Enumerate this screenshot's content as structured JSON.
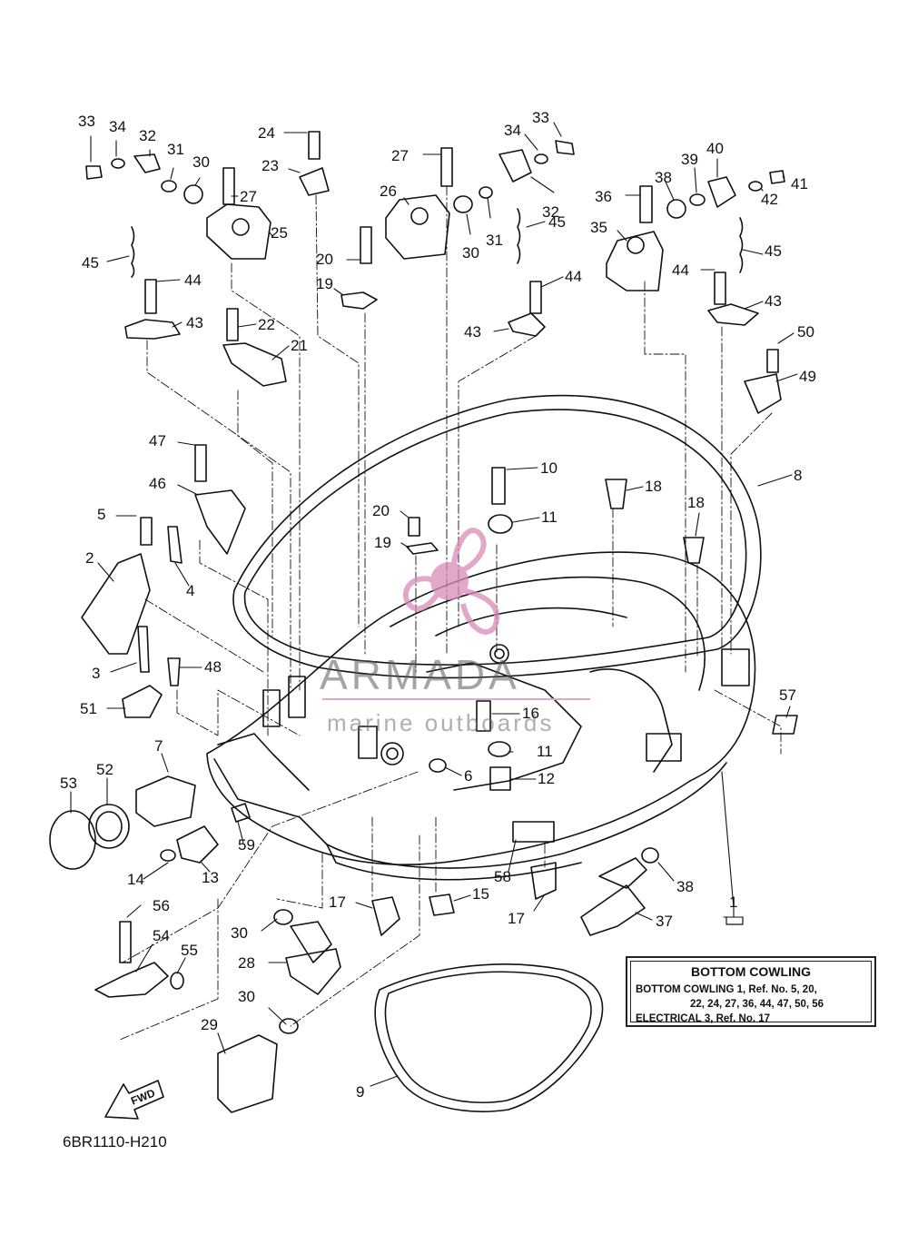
{
  "callouts": [
    {
      "id": "33a",
      "text": "33"
    },
    {
      "id": "34a",
      "text": "34"
    },
    {
      "id": "32a",
      "text": "32"
    },
    {
      "id": "31a",
      "text": "31"
    },
    {
      "id": "30a",
      "text": "30"
    },
    {
      "id": "27a",
      "text": "27"
    },
    {
      "id": "25",
      "text": "25"
    },
    {
      "id": "24",
      "text": "24"
    },
    {
      "id": "23",
      "text": "23"
    },
    {
      "id": "45a",
      "text": "45"
    },
    {
      "id": "44a",
      "text": "44"
    },
    {
      "id": "43a",
      "text": "43"
    },
    {
      "id": "22",
      "text": "22"
    },
    {
      "id": "21",
      "text": "21"
    },
    {
      "id": "27b",
      "text": "27"
    },
    {
      "id": "26",
      "text": "26"
    },
    {
      "id": "20a",
      "text": "20"
    },
    {
      "id": "19a",
      "text": "19"
    },
    {
      "id": "30b",
      "text": "30"
    },
    {
      "id": "31b",
      "text": "31"
    },
    {
      "id": "34b",
      "text": "34"
    },
    {
      "id": "33b",
      "text": "33"
    },
    {
      "id": "32b",
      "text": "32"
    },
    {
      "id": "45b",
      "text": "45"
    },
    {
      "id": "44b",
      "text": "44"
    },
    {
      "id": "43b",
      "text": "43"
    },
    {
      "id": "36",
      "text": "36"
    },
    {
      "id": "38a",
      "text": "38"
    },
    {
      "id": "39",
      "text": "39"
    },
    {
      "id": "40",
      "text": "40"
    },
    {
      "id": "42",
      "text": "42"
    },
    {
      "id": "41",
      "text": "41"
    },
    {
      "id": "35",
      "text": "35"
    },
    {
      "id": "44c",
      "text": "44"
    },
    {
      "id": "45c",
      "text": "45"
    },
    {
      "id": "43c",
      "text": "43"
    },
    {
      "id": "50",
      "text": "50"
    },
    {
      "id": "49",
      "text": "49"
    },
    {
      "id": "47",
      "text": "47"
    },
    {
      "id": "46",
      "text": "46"
    },
    {
      "id": "5",
      "text": "5"
    },
    {
      "id": "2",
      "text": "2"
    },
    {
      "id": "4",
      "text": "4"
    },
    {
      "id": "10",
      "text": "10"
    },
    {
      "id": "18a",
      "text": "18"
    },
    {
      "id": "18b",
      "text": "18"
    },
    {
      "id": "8",
      "text": "8"
    },
    {
      "id": "20b",
      "text": "20"
    },
    {
      "id": "11a",
      "text": "11"
    },
    {
      "id": "19b",
      "text": "19"
    },
    {
      "id": "3",
      "text": "3"
    },
    {
      "id": "48",
      "text": "48"
    },
    {
      "id": "51",
      "text": "51"
    },
    {
      "id": "16",
      "text": "16"
    },
    {
      "id": "57",
      "text": "57"
    },
    {
      "id": "7",
      "text": "7"
    },
    {
      "id": "11b",
      "text": "11"
    },
    {
      "id": "6",
      "text": "6"
    },
    {
      "id": "12",
      "text": "12"
    },
    {
      "id": "53",
      "text": "53"
    },
    {
      "id": "52",
      "text": "52"
    },
    {
      "id": "59",
      "text": "59"
    },
    {
      "id": "14",
      "text": "14"
    },
    {
      "id": "13",
      "text": "13"
    },
    {
      "id": "58",
      "text": "58"
    },
    {
      "id": "38b",
      "text": "38"
    },
    {
      "id": "1",
      "text": "1"
    },
    {
      "id": "17a",
      "text": "17"
    },
    {
      "id": "15",
      "text": "15"
    },
    {
      "id": "17b",
      "text": "17"
    },
    {
      "id": "37",
      "text": "37"
    },
    {
      "id": "56",
      "text": "56"
    },
    {
      "id": "30c",
      "text": "30"
    },
    {
      "id": "54",
      "text": "54"
    },
    {
      "id": "55",
      "text": "55"
    },
    {
      "id": "28",
      "text": "28"
    },
    {
      "id": "30d",
      "text": "30"
    },
    {
      "id": "29",
      "text": "29"
    },
    {
      "id": "9",
      "text": "9"
    }
  ],
  "legend": {
    "title": "BOTTOM  COWLING",
    "line1": "BOTTOM  COWLING 1,  Ref.  No.  5,  20,",
    "line2": "22,  24,  27,  36,  44,  47,  50,  56",
    "line3": "ELECTRICAL  3,  Ref.  No.  17"
  },
  "watermark": {
    "title": "ARMADA",
    "subtitle": "marine outboards",
    "color": "#d98bb8"
  },
  "fwd_label": "FWD",
  "drawing_code": "6BR1110-H210"
}
